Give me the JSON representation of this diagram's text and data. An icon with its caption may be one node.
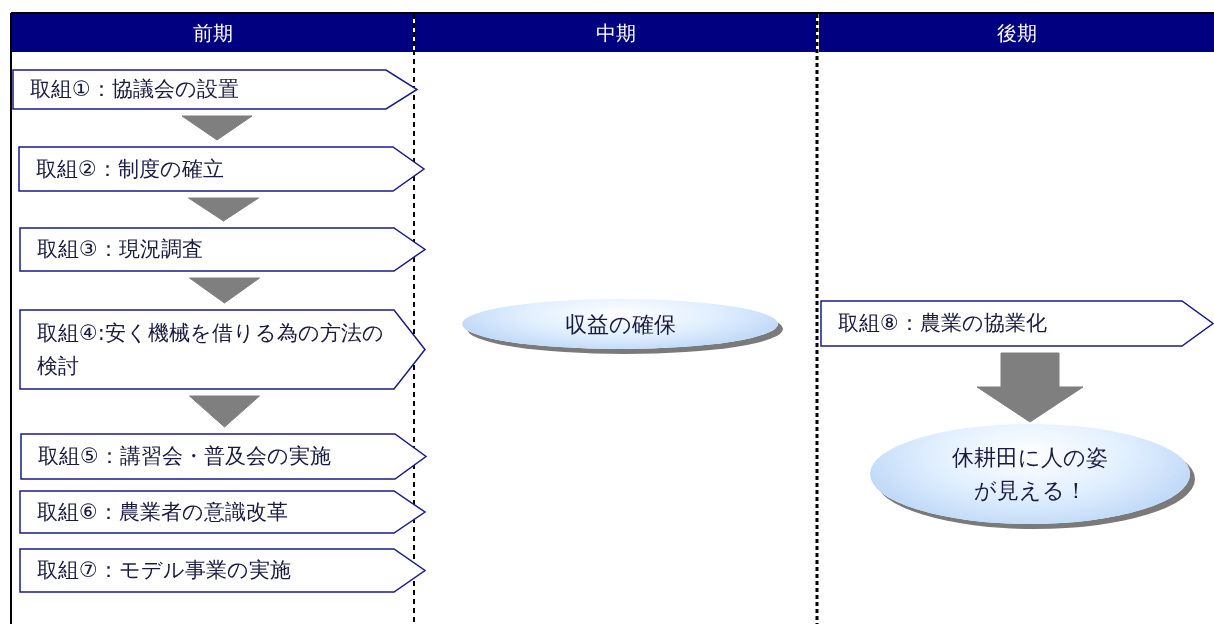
{
  "diagram": {
    "nodes": [
      {
        "text": [
          "前期"
        ]
      },
      {
        "text": [
          "中期"
        ]
      },
      {
        "text": [
          "後期"
        ]
      },
      {
        "text": [
          "取組①：協議会の設置"
        ]
      },
      {
        "text": [
          "取組②：制度の確立"
        ]
      },
      {
        "text": [
          "取組③：現況調査"
        ]
      },
      {
        "text": [
          "取組④:安く機械を借りる為の方法の検討"
        ]
      },
      {
        "text": [
          "取組⑤：講習会・普及会の実施"
        ]
      },
      {
        "text": [
          "取組⑥：農業者の意識改革"
        ]
      },
      {
        "text": [
          "取組⑦：モデル事業の実施"
        ]
      },
      {
        "text": [
          "収益の確保"
        ]
      },
      {
        "text": [
          "取組⑧：農業の協業化"
        ]
      },
      {
        "text": [
          "休耕田に人の姿が見える！"
        ]
      }
    ],
    "edges": [
      {
        "from": 3,
        "to": 4,
        "arrow": "to"
      },
      {
        "from": 4,
        "to": 5,
        "arrow": "to"
      },
      {
        "from": 5,
        "to": 6,
        "arrow": "to"
      },
      {
        "from": 6,
        "to": 7,
        "arrow": "to"
      },
      {
        "from": 11,
        "to": 12,
        "arrow": "to",
        "style": "thick"
      }
    ]
  }
}
